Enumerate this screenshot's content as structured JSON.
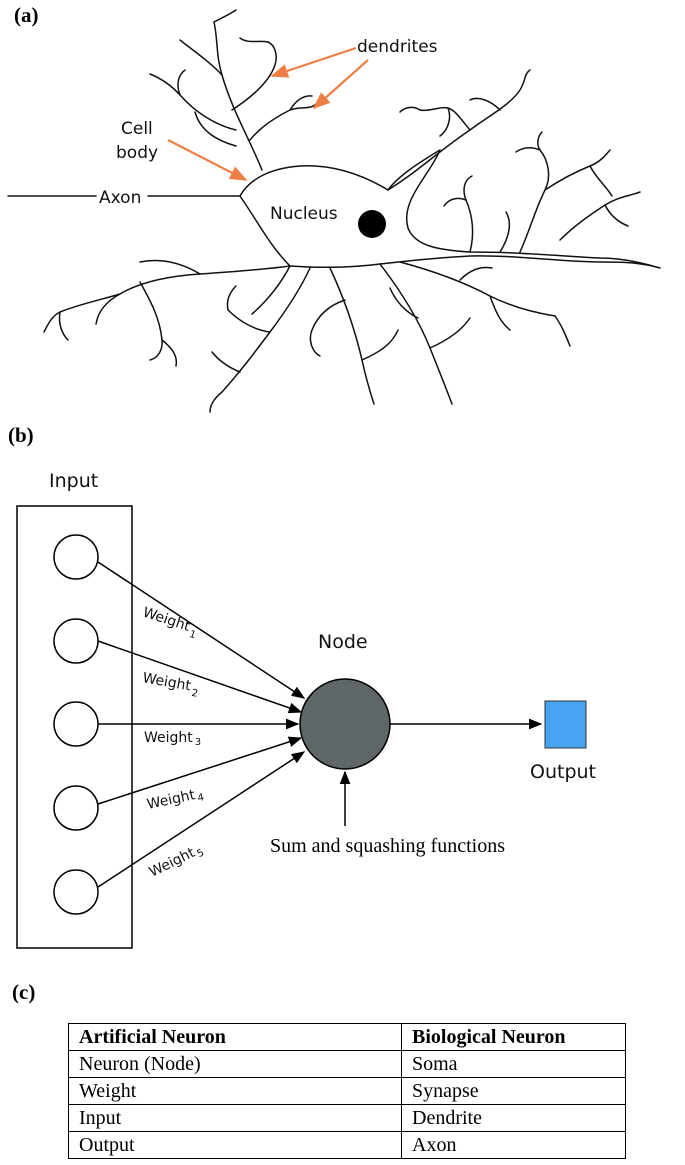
{
  "panel_a": {
    "label": "(a)",
    "annotations": {
      "dendrites": "dendrites",
      "cell_body_1": "Cell",
      "cell_body_2": "body",
      "axon": "Axon",
      "nucleus": "Nucleus"
    },
    "arrow_color": "#ee7f45"
  },
  "panel_b": {
    "label": "(b)",
    "input_title": "Input",
    "node_title": "Node",
    "output_title": "Output",
    "caption": "Sum and squashing functions",
    "weights": [
      {
        "base": "Weight",
        "sub": "1"
      },
      {
        "base": "Weight",
        "sub": "2"
      },
      {
        "base": "Weight",
        "sub": "3"
      },
      {
        "base": "Weight",
        "sub": "4"
      },
      {
        "base": "Weight",
        "sub": "5"
      }
    ],
    "colors": {
      "node": "#5e6667",
      "output": "#47a4f0"
    }
  },
  "panel_c": {
    "label": "(c)",
    "headers": [
      "Artificial Neuron",
      "Biological Neuron"
    ],
    "rows": [
      [
        "Neuron (Node)",
        "Soma"
      ],
      [
        "Weight",
        "Synapse"
      ],
      [
        "Input",
        "Dendrite"
      ],
      [
        "Output",
        "Axon"
      ]
    ]
  }
}
